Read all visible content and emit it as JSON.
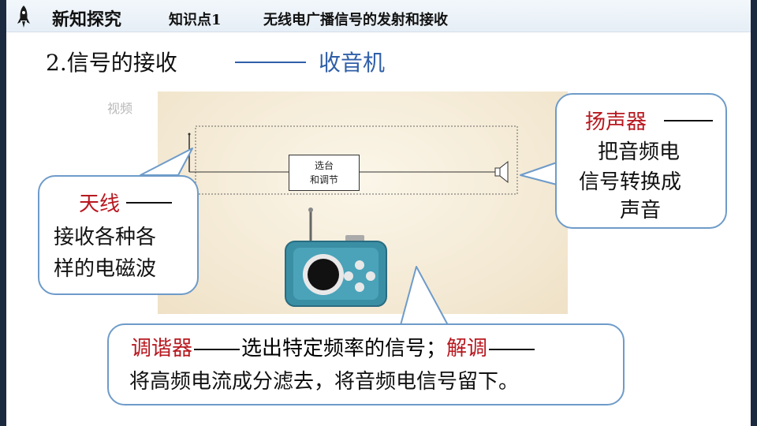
{
  "header": {
    "section": "新知探究",
    "topic": "知识点1",
    "title": "无线电广播信号的发射和接收"
  },
  "subtitle": {
    "left": "2.信号的接收",
    "right": "收音机"
  },
  "video_label": "视频",
  "diagram": {
    "tune_box_line1": "选台",
    "tune_box_line2": "和调节"
  },
  "antenna_callout": {
    "term": "天线",
    "line1": "接收各种各",
    "line2": "样的电磁波"
  },
  "speaker_callout": {
    "term": "扬声器",
    "line1": "把音频电",
    "line2": "信号转换成",
    "line3": "声音"
  },
  "bottom_callout": {
    "term1": "调谐器",
    "text1": "选出特定频率的信号；",
    "term2": "解调",
    "line2": "将高频电流成分滤去，将音频电信号留下。"
  },
  "colors": {
    "accent_blue": "#2f5fa8",
    "term_red": "#b8181f",
    "callout_border": "#6e9bc9",
    "radio_body": "#3b8fa5"
  }
}
